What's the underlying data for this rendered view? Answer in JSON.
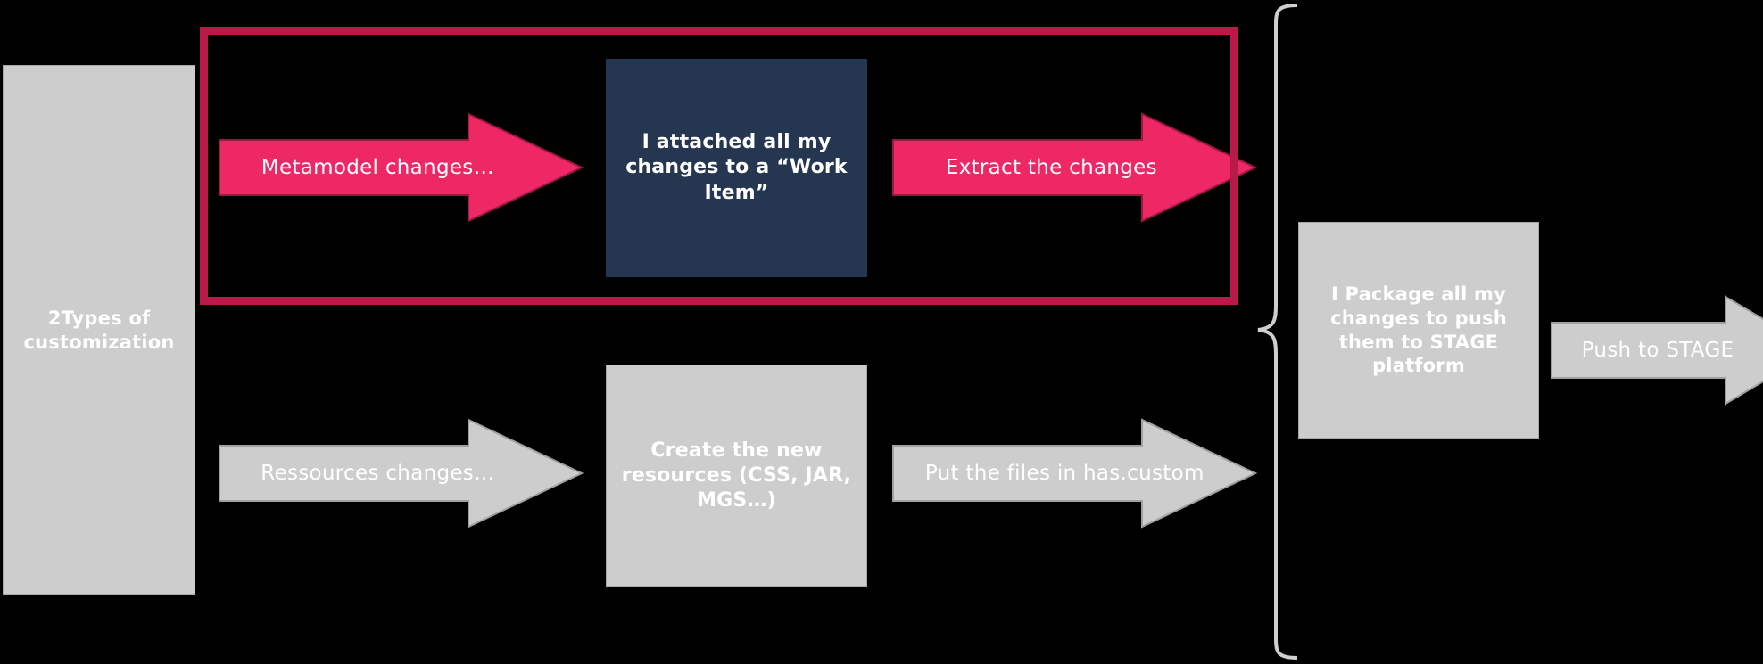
{
  "diagram": {
    "background_color": "#000000",
    "accent_pink": "#ed2865",
    "accent_crimson": "#b91b49",
    "grey": "#cdcdcd",
    "navy": "#253650",
    "start_box": {
      "label": "2Types of customization"
    },
    "metamodel_track": {
      "arrow_1_label": "Metamodel changes…",
      "work_item_box_label": "I attached all my changes to a “Work Item”",
      "arrow_2_label": "Extract the changes"
    },
    "resources_track": {
      "arrow_1_label": "Ressources changes…",
      "resources_box_label": "Create the new resources (CSS, JAR, MGS…)",
      "arrow_2_label": "Put the files in has.custom"
    },
    "package_box": {
      "label": "I Package all my changes to push them to STAGE platform"
    },
    "push_arrow": {
      "label": "Push to STAGE"
    }
  }
}
